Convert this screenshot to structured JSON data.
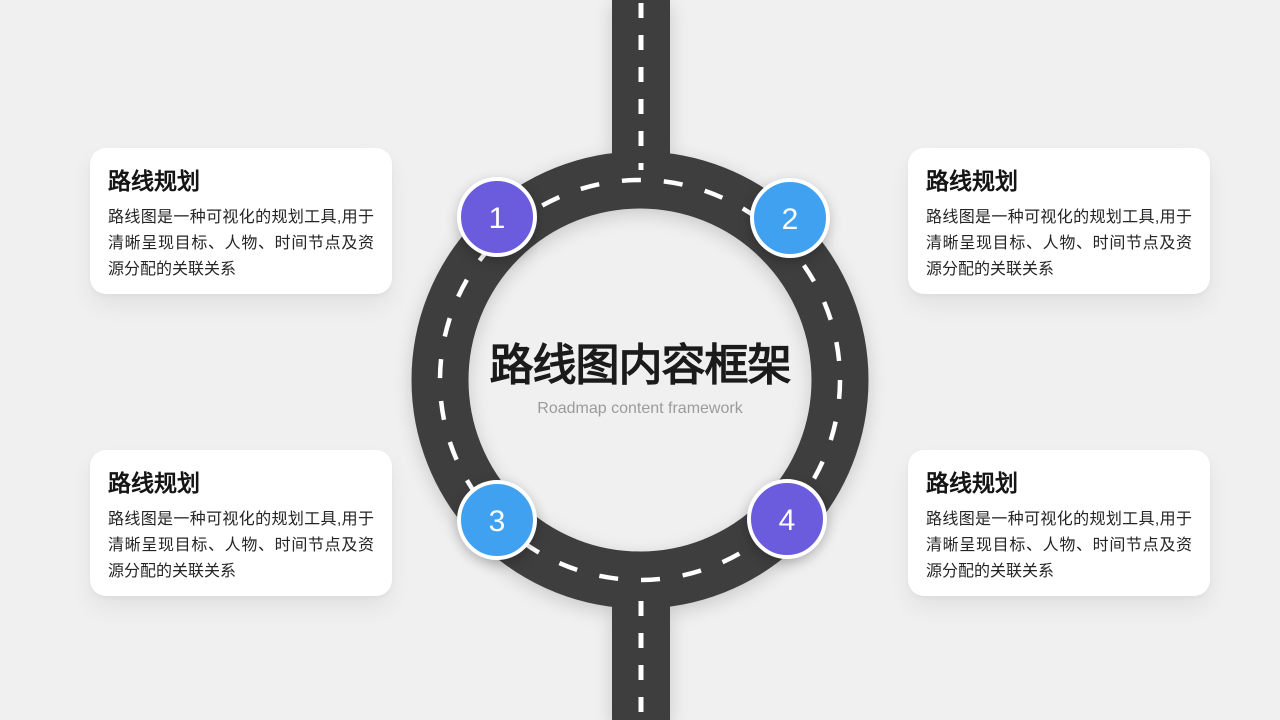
{
  "slide": {
    "background_color": "#f0f0f0",
    "road_color": "#3e3e3e",
    "lane_dash_color": "#ffffff",
    "center": {
      "title": "路线图内容框架",
      "subtitle": "Roadmap content framework"
    }
  },
  "cards": [
    {
      "position": "top-left",
      "title": "路线规划",
      "body": "路线图是一种可视化的规划工具,用于清晰呈现目标、人物、时间节点及资源分配的关联关系"
    },
    {
      "position": "top-right",
      "title": "路线规划",
      "body": "路线图是一种可视化的规划工具,用于清晰呈现目标、人物、时间节点及资源分配的关联关系"
    },
    {
      "position": "bottom-left",
      "title": "路线规划",
      "body": "路线图是一种可视化的规划工具,用于清晰呈现目标、人物、时间节点及资源分配的关联关系"
    },
    {
      "position": "bottom-right",
      "title": "路线规划",
      "body": "路线图是一种可视化的规划工具,用于清晰呈现目标、人物、时间节点及资源分配的关联关系"
    }
  ],
  "milestones": [
    {
      "number": "1",
      "color": "#6b5cdd"
    },
    {
      "number": "2",
      "color": "#41a1f1"
    },
    {
      "number": "3",
      "color": "#41a1f1"
    },
    {
      "number": "4",
      "color": "#6b5cdd"
    }
  ]
}
